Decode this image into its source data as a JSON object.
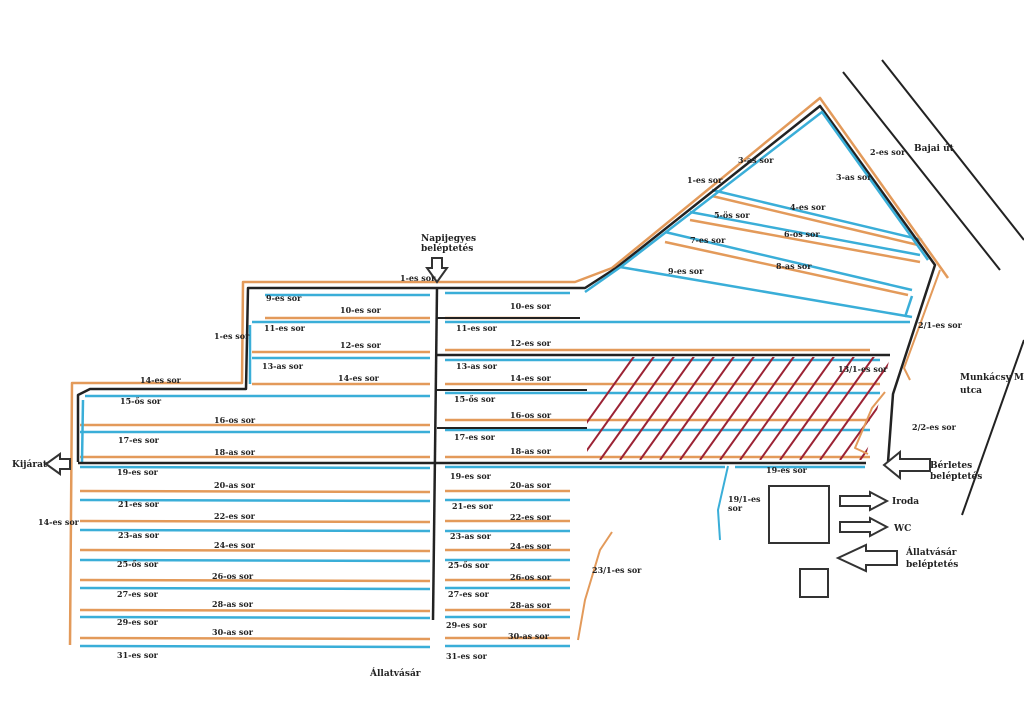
{
  "colors": {
    "orange": "#e39a5a",
    "blue": "#3aaed8",
    "black": "#222222",
    "hatch": "#9b2335"
  },
  "places": {
    "entrance_daily_1": "Napijegyes",
    "entrance_daily_2": "beléptetés",
    "exit": "Kijárat",
    "animal_market": "Állatvásár",
    "road_bajai": "Bajai út",
    "street_1": "Munkácsy M",
    "street_2": "utca",
    "entrance_pass_1": "Bérletes",
    "entrance_pass_2": "beléptetés",
    "office": "Iroda",
    "wc": "WC",
    "animal_entrance_1": "Állatvásár",
    "animal_entrance_2": "beléptetés"
  },
  "rows": [
    "1-es sor",
    "9-es sor",
    "10-es sor",
    "1-es sor",
    "11-es sor",
    "12-es sor",
    "13-as sor",
    "14-es sor",
    "14-es sor",
    "15-ős sor",
    "16-os sor",
    "17-es sor",
    "18-as sor",
    "19-es sor",
    "20-as sor",
    "21-es sor",
    "22-es sor",
    "23-as sor",
    "24-es sor",
    "25-ős sor",
    "26-os sor",
    "27-es sor",
    "28-as sor",
    "29-es sor",
    "30-as sor",
    "31-es sor",
    "14-es sor",
    "10-es sor",
    "11-es sor",
    "12-es sor",
    "13-as sor",
    "14-es sor",
    "15-ős sor",
    "16-os sor",
    "17-es sor",
    "18-as sor",
    "19-es sor",
    "20-as sor",
    "21-es sor",
    "22-es sor",
    "23-as sor",
    "24-es sor",
    "25-ős sor",
    "26-os sor",
    "27-es sor",
    "28-as sor",
    "29-es sor",
    "30-as sor",
    "31-es sor",
    "1-es sor",
    "2-es sor",
    "3-as sor",
    "3-as sor",
    "4-es sor",
    "5-ös sor",
    "6-os sor",
    "7-es sor",
    "8-as sor",
    "9-es sor",
    "2/1-es sor",
    "13/1-es sor",
    "2/2-es sor",
    "19-es sor",
    "19/1-es",
    "sor",
    "23/1-es sor"
  ]
}
